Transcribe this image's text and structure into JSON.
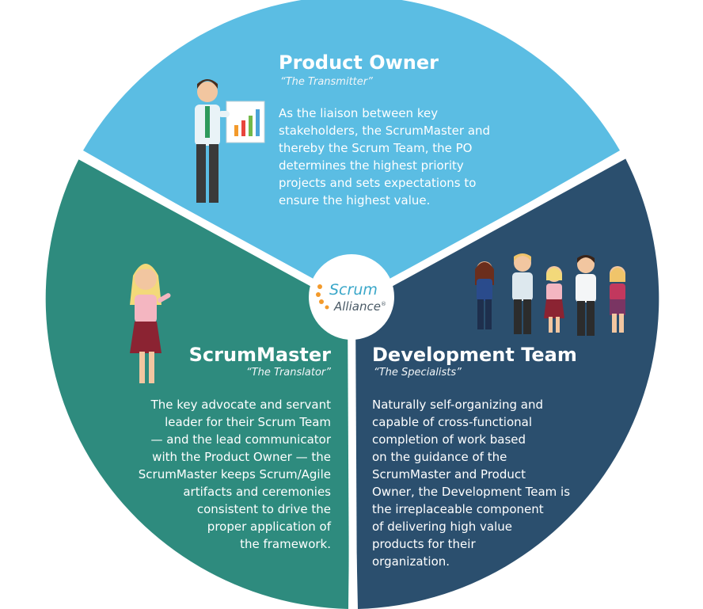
{
  "colors": {
    "product_owner": "#5bbde3",
    "scrummaster": "#2e8b7e",
    "development_team": "#2b4f6e",
    "center": "#ffffff"
  },
  "product_owner": {
    "title": "Product Owner",
    "subtitle": "“The Transmitter”",
    "body_lines": [
      "As the liaison between key",
      "stakeholders, the ScrumMaster and",
      "thereby the Scrum Team, the PO",
      "determines the highest priority",
      "projects and sets expectations to",
      "ensure the highest value."
    ]
  },
  "scrummaster": {
    "title": "ScrumMaster",
    "subtitle": "“The Translator”",
    "body_lines": [
      "The key advocate and servant",
      "leader for their Scrum Team",
      "— and the lead communicator",
      "with the Product Owner — the",
      "ScrumMaster keeps Scrum/Agile",
      "artifacts and ceremonies",
      "consistent to drive the",
      "proper application of",
      "the framework."
    ]
  },
  "development_team": {
    "title": "Development Team",
    "subtitle": "“The Specialists”",
    "body_lines": [
      "Naturally self-organizing and",
      "capable of cross-functional",
      "completion of work based",
      "on the guidance of the",
      "ScrumMaster and Product",
      "Owner, the Development Team is",
      "the  irreplaceable component",
      "of delivering high value",
      "products for their",
      "organization."
    ]
  },
  "logo": {
    "line1": "Scrum",
    "line2": "Alliance",
    "mark": "®"
  },
  "icons": [
    "presenter-illustration",
    "chart-board-icon",
    "scrummaster-illustration",
    "team-illustration",
    "scrum-alliance-logo"
  ]
}
